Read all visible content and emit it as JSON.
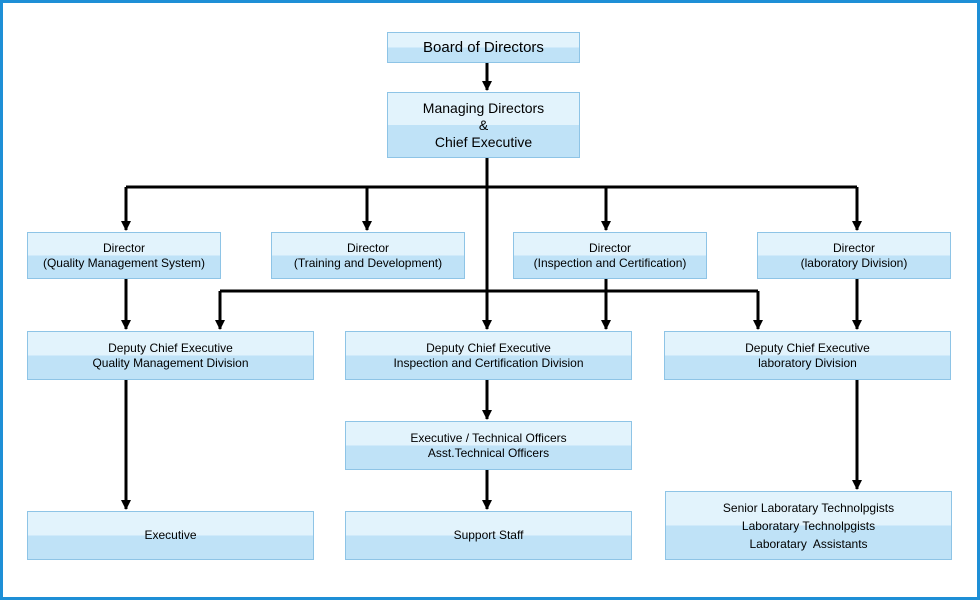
{
  "board": "Board of Directors",
  "md": [
    "Managing Directors",
    "&",
    "Chief Executive"
  ],
  "directors": [
    [
      "Director",
      "(Quality Management System)"
    ],
    [
      "Director",
      "(Training and Development)"
    ],
    [
      "Director",
      "(Inspection and Certification)"
    ],
    [
      "Director",
      "(laboratory Division)"
    ]
  ],
  "deputies": [
    [
      "Deputy Chief Executive",
      "Quality Management Division"
    ],
    [
      "Deputy Chief Executive",
      "Inspection and Certification Division"
    ],
    [
      "Deputy Chief Executive",
      "laboratory Division"
    ]
  ],
  "officers": [
    "Executive / Technical Officers",
    "Asst.Technical Officers"
  ],
  "executive": "Executive",
  "support": "Support Staff",
  "lab_staff": [
    "Senior Laboratary Technolpgists",
    "Laboratary Technolpgists",
    "Laboratary  Assistants"
  ],
  "colors": {
    "frame": "#1e8fd6",
    "box_top": "#e2f3fc",
    "box_bottom": "#bfe2f7",
    "box_border": "#8ec4e6",
    "connector": "#000000"
  }
}
